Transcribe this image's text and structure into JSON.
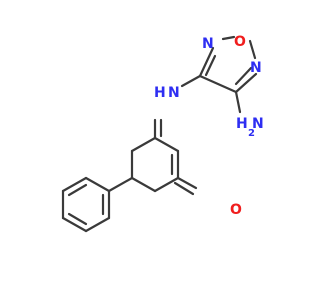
{
  "molecule": {
    "colors": {
      "bond": "#3a3a3a",
      "nitrogen": "#2e2ef2",
      "oxygen": "#f01e1e",
      "carbon": "#3a3a3a"
    },
    "atoms": {
      "n_ring_left": "N",
      "o_ring": "O",
      "n_ring_right": "N",
      "nh_amine": "N",
      "nh_amine_h": "H",
      "nh2_n": "N",
      "nh2_h": "H",
      "nh2_sub": "2",
      "o_ketone": "O"
    }
  }
}
